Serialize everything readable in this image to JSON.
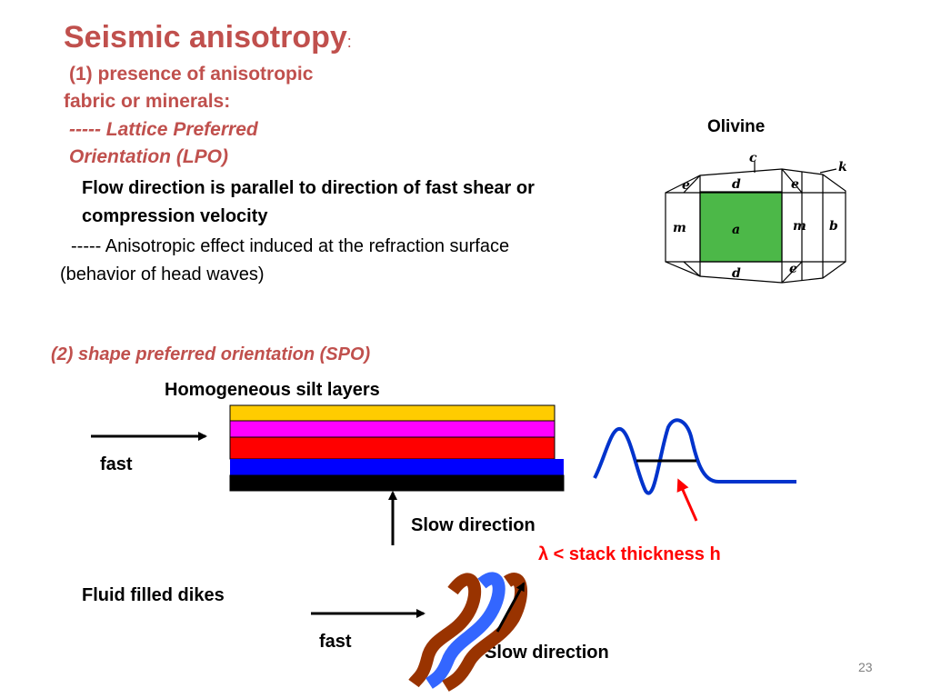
{
  "slide": {
    "title": "Seismic anisotropy",
    "title_colon": ":",
    "item1_line1": "(1) presence of anisotropic",
    "item1_line2": "fabric or minerals:",
    "lpo_line1": "----- Lattice Preferred",
    "lpo_line2": "Orientation (LPO)",
    "flow_line1": "Flow direction is parallel to direction of fast shear or",
    "flow_line2": "compression velocity",
    "refr_line1": "----- Anisotropic effect induced at the refraction surface",
    "refr_line2": "(behavior of head waves)",
    "spo_prefix": "(2) shape preferred orientation (",
    "spo_abbr": "SPO",
    "spo_suffix": ")",
    "silt_label": "Homogeneous silt layers",
    "fast_label_1": "fast",
    "slow_label_1": "Slow direction",
    "lambda_label": "λ < stack thickness h",
    "dikes_label": "Fluid filled dikes",
    "fast_label_2": "fast",
    "slow_label_2": "Slow direction",
    "page_number": "23"
  },
  "olivine": {
    "title": "Olivine",
    "faces": {
      "c": "c",
      "k": "k",
      "e": "e",
      "d": "d",
      "m": "m",
      "a": "a",
      "b": "b"
    },
    "face_a_color": "#4cb848"
  },
  "layers": {
    "colors": [
      "#ffcc00",
      "#ff00ff",
      "#ff0000",
      "#0000ff",
      "#000000"
    ]
  },
  "colors": {
    "accent_red": "#c0504d",
    "wave_blue": "#0033cc",
    "dike_brown": "#993300",
    "dike_blue": "#3366ff"
  }
}
